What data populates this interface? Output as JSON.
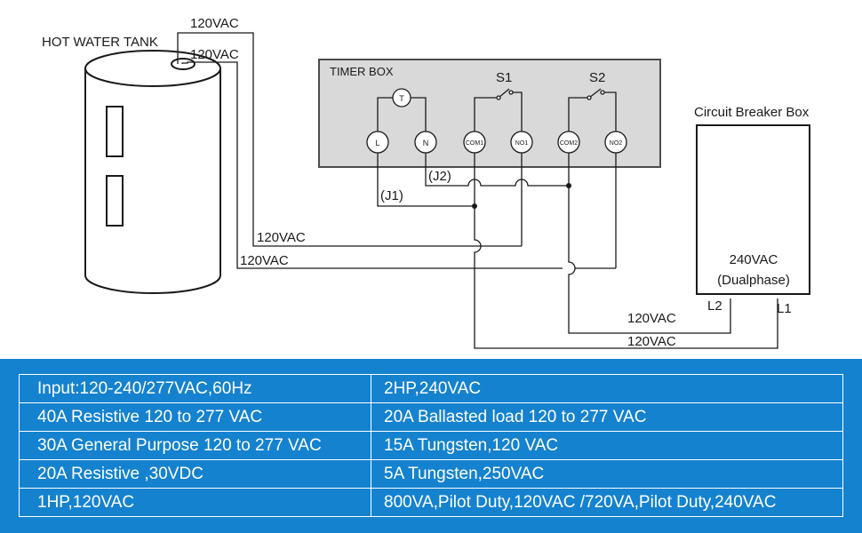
{
  "diagram": {
    "hot_water_tank_label": "HOT WATER TANK",
    "timer_box_label": "TIMER BOX",
    "circuit_breaker_label": "Circuit Breaker Box",
    "voltage_labels": {
      "top_outer": "120VAC",
      "top_inner": "120VAC",
      "mid_upper": "120VAC",
      "mid_lower": "120VAC",
      "bottom_upper": "120VAC",
      "bottom_lower": "120VAC"
    },
    "breaker_voltage": "240VAC",
    "breaker_phase": "(Dualphase)",
    "terminal_l2": "L2",
    "terminal_l1": "L1",
    "switch_s1": "S1",
    "switch_s2": "S2",
    "jumper_j1": "(J1)",
    "jumper_j2": "(J2)",
    "terminals": {
      "t": "T",
      "l": "L",
      "n": "N",
      "com1": "COM1",
      "no1": "NO1",
      "com2": "COM2",
      "no2": "NO2"
    }
  },
  "specs": {
    "rows": [
      [
        "Input:120-240/277VAC,60Hz",
        "2HP,240VAC"
      ],
      [
        "40A Resistive 120 to 277 VAC",
        "20A Ballasted load 120 to 277 VAC"
      ],
      [
        "30A General Purpose 120 to 277 VAC",
        "15A Tungsten,120 VAC"
      ],
      [
        "20A Resistive ,30VDC",
        "5A Tungsten,250VAC"
      ],
      [
        "1HP,120VAC",
        "800VA,Pilot Duty,120VAC /720VA,Pilot Duty,240VAC"
      ]
    ]
  },
  "colors": {
    "band": "#1582cf",
    "timer_box_fill": "#d9d9d9",
    "wire": "#1a1a1a"
  }
}
